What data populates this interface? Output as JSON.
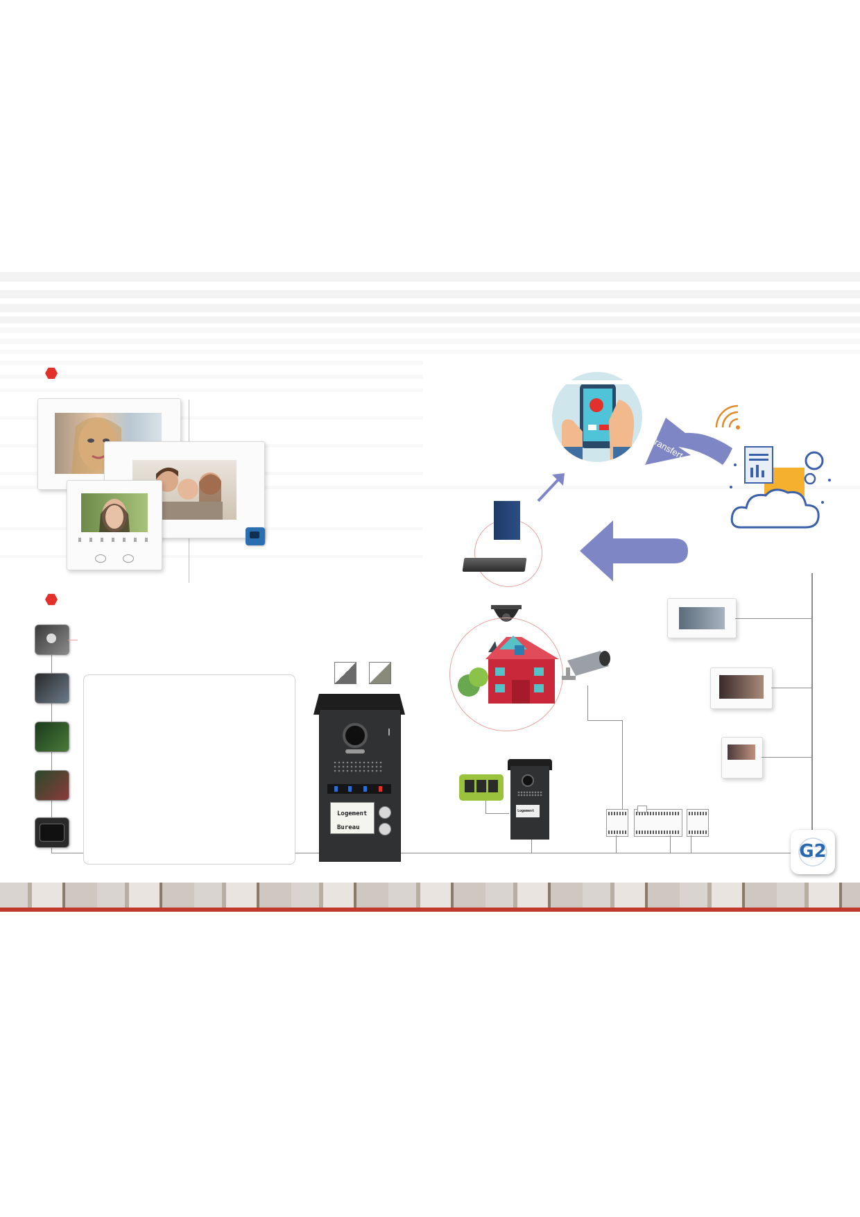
{
  "panel": {
    "name_tag_top": "Logement",
    "name_tag_bottom": "Bureau"
  },
  "small_panel": {
    "name_tag": "Logement"
  },
  "arrow_label": "Transfert GSM",
  "logo_text": "G2",
  "colors": {
    "accent_red": "#e2302a",
    "arrow_blue": "#7f86c5",
    "bottom_rule": "#c0392b",
    "label_green": "#9ac23c",
    "circle_teal": "#cfe7ec",
    "house_red": "#c8283a",
    "logo_blue": "#2a69b0"
  },
  "icons": [
    "smartphone-icon",
    "wifi-signal-icon",
    "cloud-data-icon",
    "dome-camera-icon",
    "bullet-camera-icon",
    "house-icon",
    "g2-logo-icon"
  ]
}
